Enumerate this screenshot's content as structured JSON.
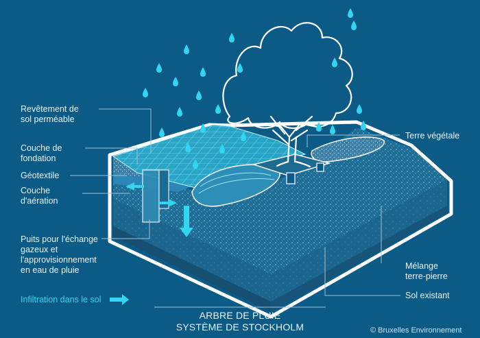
{
  "labels": {
    "permeable_surface": "Revêtement de\nsol perméable",
    "foundation_layer": "Couche de\nfondation",
    "geotextile": "Géotextile",
    "aeration_layer": "Couche\nd'aération",
    "well": "Puits pour l'échange\ngazeux et\nl'approvisionnement\nen eau de pluie",
    "topsoil": "Terre végétale",
    "soil_stone_mix": "Mélange\nterre-pierre",
    "existing_soil": "Sol existant"
  },
  "legend": {
    "infiltration": "Infiltration dans le sol"
  },
  "title": {
    "line1": "ARBRE DE PLUIE",
    "line2": "SYSTÈME DE STOCKHOLM"
  },
  "credit": "© Bruxelles Environnement",
  "colors": {
    "background": "#0b5b86",
    "outline": "#ffffff",
    "water": "#33d6f0",
    "label_line": "#9fc3d6"
  },
  "icons": {
    "infiltration_arrow": "arrow-right",
    "raindrop": "drop"
  }
}
